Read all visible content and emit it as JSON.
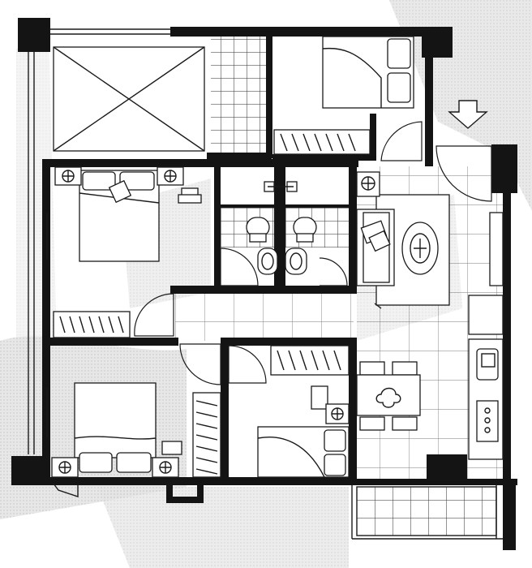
{
  "plan": {
    "entrance_arrow_icon": "down-arrow-icon",
    "colors": {
      "wall": "#141414",
      "line": "#1a1a1a",
      "shade": "#d9d9d9",
      "paper": "#ffffff"
    },
    "rooms": [
      "balcony-top-left",
      "bedroom-top-right",
      "bedroom-mid-left",
      "bathroom-left",
      "bathroom-right",
      "living-room",
      "corridor",
      "bedroom-bottom-left",
      "bedroom-bottom-middle",
      "dining-area",
      "kitchen",
      "balcony-bottom-right"
    ]
  }
}
